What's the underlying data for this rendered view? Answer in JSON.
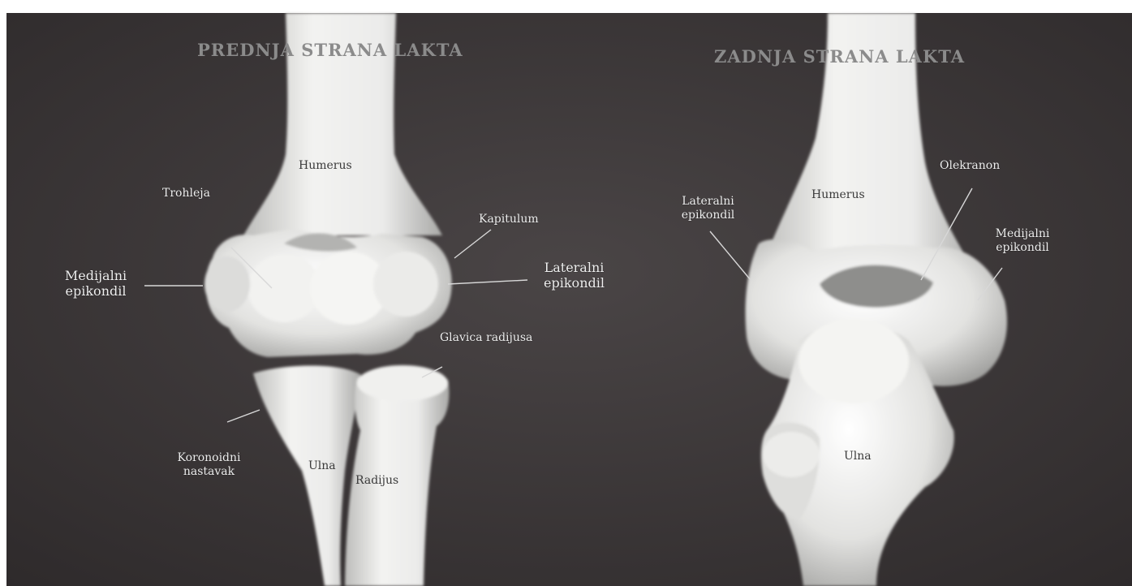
{
  "titles": {
    "front": "PREDNJA STRANA LAKTA",
    "back": "ZADNJA STRANA LAKTA"
  },
  "labels_front": {
    "humerus": "Humerus",
    "trohleja": "Trohleja",
    "kapitulum": "Kapitulum",
    "medijalni_1": "Medijalni",
    "medijalni_2": "epikondil",
    "lateralni_1": "Lateralni",
    "lateralni_2": "epikondil",
    "glavica": "Glavica radijusa",
    "koronoidni_1": "Koronoidni",
    "koronoidni_2": "nastavak",
    "ulna": "Ulna",
    "radijus": "Radijus"
  },
  "labels_back": {
    "humerus": "Humerus",
    "olekranon": "Olekranon",
    "lateralni_1": "Lateralni",
    "lateralni_2": "epikondil",
    "medijalni_1": "Medijalni",
    "medijalni_2": "epikondil",
    "ulna": "Ulna"
  },
  "colors": {
    "background": "#3a3536",
    "bone": "#e8e8e6",
    "page": "#ffffff"
  }
}
